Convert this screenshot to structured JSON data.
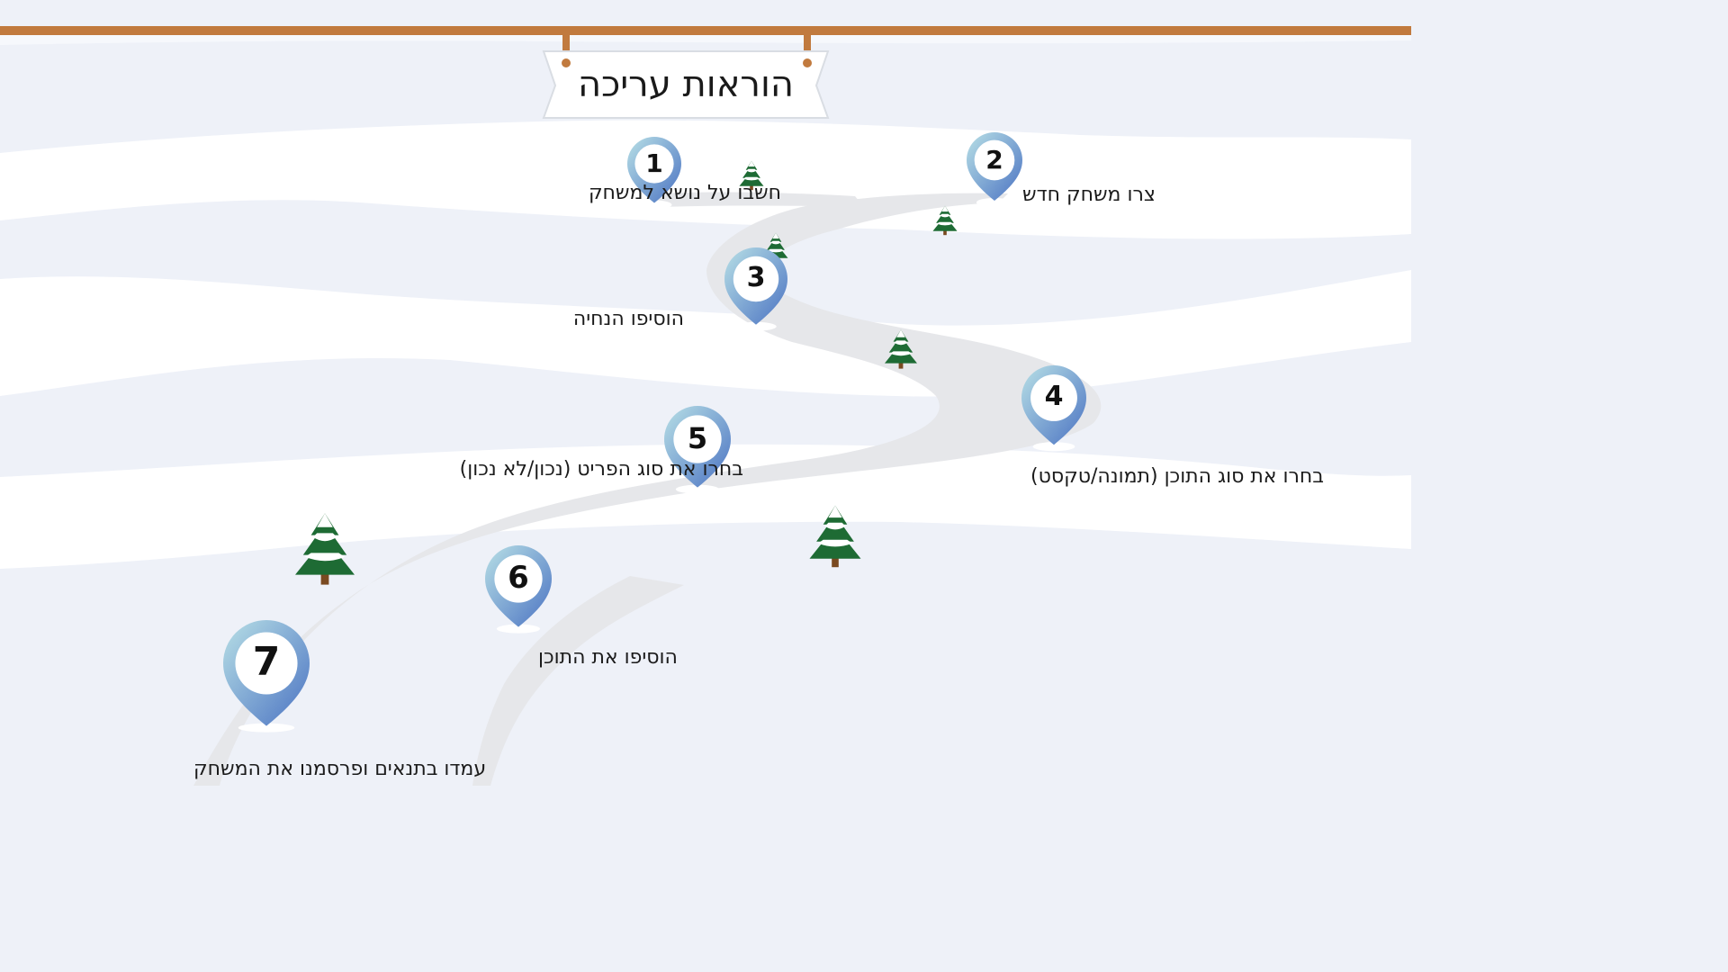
{
  "title": "הוראות עריכה",
  "colors": {
    "rail": "#c17a3e",
    "pin_top": "#a6d6e0",
    "pin_bottom": "#4e79c4",
    "path": "#e6e7ea",
    "snow": "#ffffff",
    "tree": "#1e6b34"
  },
  "steps": [
    {
      "number": "1",
      "label": "חשבו על נושא למשחק"
    },
    {
      "number": "2",
      "label": "צרו משחק חדש"
    },
    {
      "number": "3",
      "label": "הוסיפו הנחיה"
    },
    {
      "number": "4",
      "label": "בחרו את סוג התוכן (תמונה/טקסט)"
    },
    {
      "number": "5",
      "label": "בחרו את סוג הפריט (נכון/לא נכון)"
    },
    {
      "number": "6",
      "label": "הוסיפו את התוכן"
    },
    {
      "number": "7",
      "label": "עמדו בתנאים ופרסמנו את המשחק"
    }
  ]
}
